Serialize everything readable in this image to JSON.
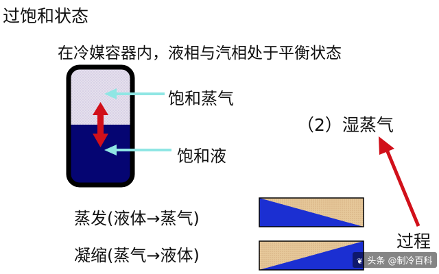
{
  "title": "过饱和状态",
  "subtitle": "在冷媒容器内，液相与汽相处于平衡状态",
  "labels": {
    "saturated_vapor": "饱和蒸气",
    "saturated_liquid": "饱和液",
    "wet_vapor": "（2）湿蒸气",
    "evaporation": "蒸发(液体→蒸气)",
    "condensation": "凝缩(蒸气→液体)",
    "process": "过程"
  },
  "watermark": {
    "text": "头条 @制冷百科",
    "symbol": "❦"
  },
  "colors": {
    "vapor_fill": "#e4e0ec",
    "liquid_fill": "#050572",
    "pointer_arrow": "#8fe6e4",
    "double_arrow": "#d1101a",
    "process_arrow": "#d1101a",
    "bar_blue": "#1b2fd2",
    "bar_tan": "#e6c89a"
  }
}
